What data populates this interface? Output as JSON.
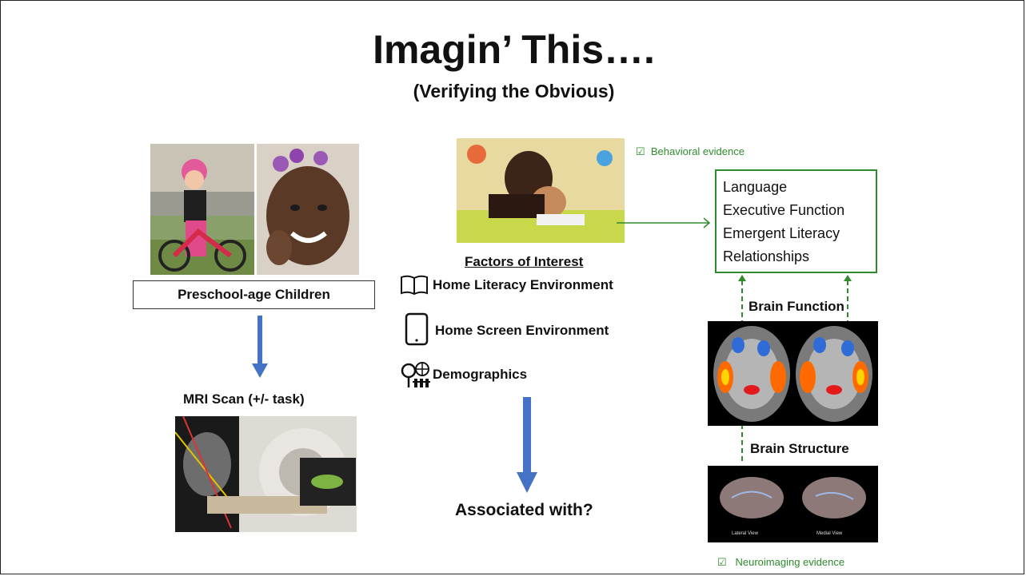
{
  "slide": {
    "title": "Imagin’ This….",
    "subtitle": "(Verifying the Obvious)"
  },
  "left": {
    "children_label": "Preschool-age Children",
    "mri_label": "MRI Scan (+/- task)"
  },
  "middle": {
    "factors_heading": "Factors of Interest",
    "factors": [
      {
        "label": "Home Literacy Environment",
        "icon": "book-icon"
      },
      {
        "label": "Home Screen Environment",
        "icon": "tablet-icon"
      },
      {
        "label": "Demographics",
        "icon": "demographics-icon"
      }
    ],
    "question": "Associated with?"
  },
  "right": {
    "behavioral_note": "Behavioral evidence",
    "outcomes": [
      "Language",
      "Executive Function",
      "Emergent Literacy",
      "Relationships"
    ],
    "brain_function_label": "Brain Function",
    "brain_structure_label": "Brain Structure",
    "lateral_view": "Lateral View",
    "medial_view": "Medial View",
    "neuro_note": "Neuroimaging evidence"
  },
  "colors": {
    "arrow_blue": "#4472c4",
    "evidence_green": "#2e8b2e"
  }
}
